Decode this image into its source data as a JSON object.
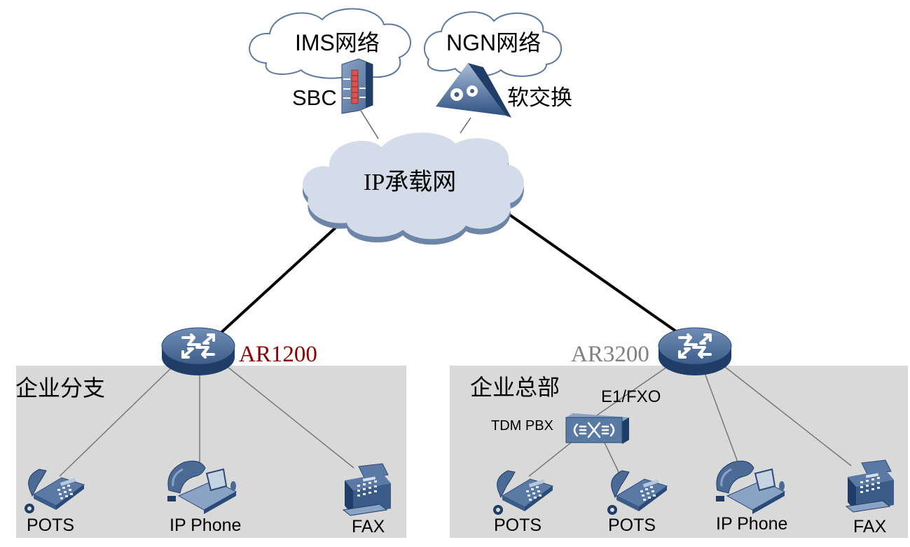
{
  "colors": {
    "panel_bg": "#d9d9d9",
    "device_blue": "#3f5f8a",
    "device_dark": "#1f3d66",
    "device_light": "#8aa3c4",
    "cloud_fill": "#d3dce8",
    "cloud_shadow": "#6d86a8",
    "ar1200_label": "#8b0000",
    "ar3200_label": "#808080",
    "firewall_red": "#d9534f",
    "link_thick": "#000000",
    "link_thin": "#666666"
  },
  "clouds": {
    "ims": "IMS网络",
    "ngn": "NGN网络",
    "ip_bearer": "IP承载网"
  },
  "devices": {
    "sbc": "SBC",
    "softswitch": "软交换",
    "ar1200": "AR1200",
    "ar3200": "AR3200",
    "tdm_pbx": "TDM PBX",
    "e1_fxo": "E1/FXO"
  },
  "sites": {
    "branch": {
      "title": "企业分支",
      "terminals": [
        "POTS",
        "IP Phone",
        "FAX"
      ]
    },
    "hq": {
      "title": "企业总部",
      "terminals": [
        "POTS",
        "POTS",
        "IP Phone",
        "FAX"
      ]
    }
  }
}
